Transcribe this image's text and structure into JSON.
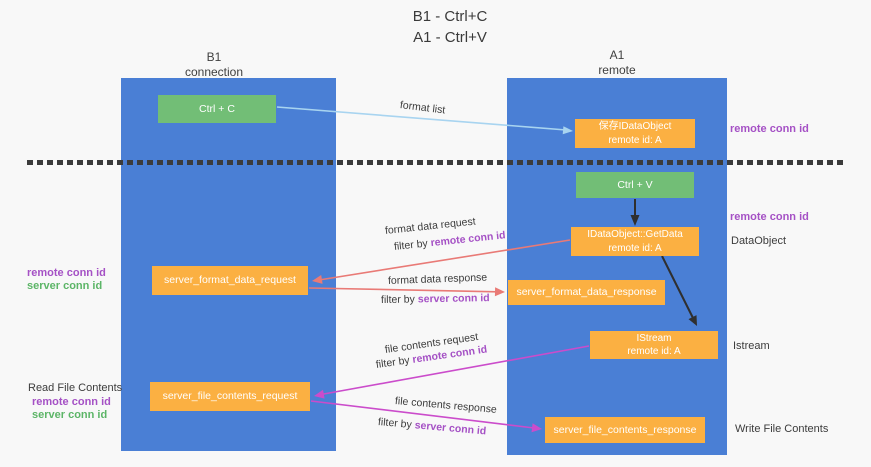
{
  "title": {
    "line1": "B1 - Ctrl+C",
    "line2": "A1 - Ctrl+V"
  },
  "columns": {
    "left": {
      "title": "B1",
      "subtitle": "connection"
    },
    "right": {
      "title": "A1",
      "subtitle": "remote"
    }
  },
  "nodes": {
    "ctrl_c": {
      "label": "Ctrl + C"
    },
    "save_idataobject": {
      "line1": "保存IDataObject",
      "line2": "remote id: A"
    },
    "ctrl_v": {
      "label": "Ctrl + V"
    },
    "getdata": {
      "line1": "IDataObject::GetData",
      "line2": "remote id: A"
    },
    "server_format_data_request": {
      "label": "server_format_data_request"
    },
    "server_format_data_response": {
      "label": "server_format_data_response"
    },
    "istream": {
      "line1": "IStream",
      "line2": "remote id: A"
    },
    "server_file_contents_request": {
      "label": "server_file_contents_request"
    },
    "server_file_contents_response": {
      "label": "server_file_contents_response"
    }
  },
  "edge_labels": {
    "format_list": "format list",
    "format_data_request": "format data request",
    "format_data_response": "format data response",
    "file_contents_request": "file contents request",
    "file_contents_response": "file contents response",
    "filter_by": "filter by",
    "remote_conn_id": "remote conn id",
    "server_conn_id": "server conn id"
  },
  "side_labels": {
    "right_top_remote_conn_id": "remote conn id",
    "right_mid_remote_conn_id": "remote conn id",
    "dataobject": "DataObject",
    "istream": "Istream",
    "write_file_contents": "Write File Contents",
    "read_file_contents": "Read File Contents",
    "left_mid_remote_conn_id": "remote conn id",
    "left_mid_server_conn_id": "server conn id",
    "left_bottom_remote_conn_id": "remote conn id",
    "left_bottom_server_conn_id": "server conn id"
  },
  "colors": {
    "background": "#f8f8f8",
    "column_blue": "#4a7fd5",
    "node_green": "#72be76",
    "node_orange": "#fbb042",
    "label_purple": "#a551c5",
    "label_green": "#5cb567",
    "arrow_salmon": "#e97a76",
    "arrow_magenta": "#cb4ccb",
    "arrow_lightblue": "#a8d4f0",
    "arrow_black": "#2f2f2f",
    "dashed_line": "#3b3b3b"
  }
}
